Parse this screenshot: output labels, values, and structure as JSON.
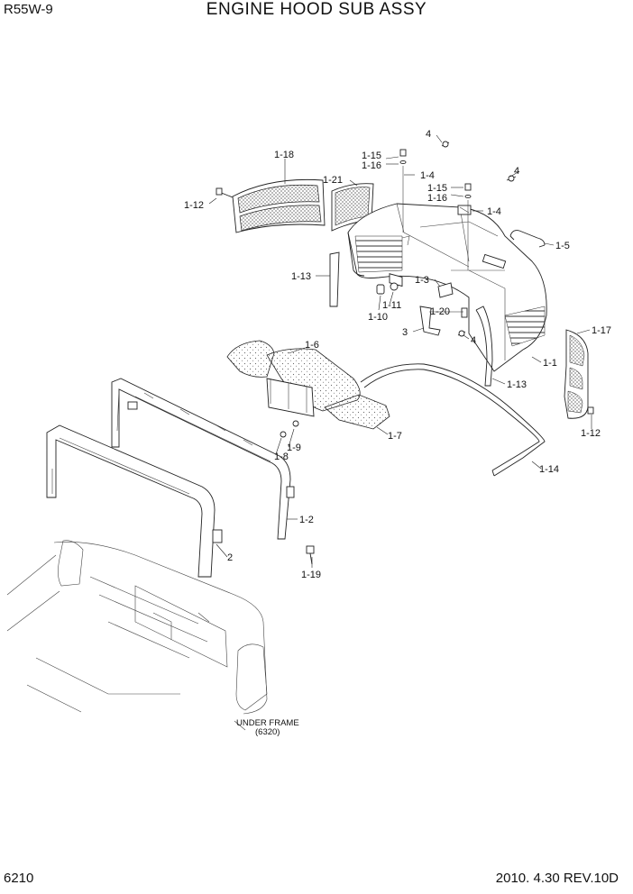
{
  "header": {
    "model": "R55W-9",
    "title": "ENGINE HOOD SUB ASSY"
  },
  "footer": {
    "page_number": "6210",
    "date_rev": "2010. 4.30  REV.10D"
  },
  "callouts": {
    "c1_18": "1-18",
    "c1_12a": "1-12",
    "c1_21": "1-21",
    "c1_15a": "1-15",
    "c1_16a": "1-16",
    "c4a": "4",
    "c1_4a": "1-4",
    "c4b": "4",
    "c1_15b": "1-15",
    "c1_16b": "1-16",
    "c1_4b": "1-4",
    "c1_5": "1-5",
    "c1_13a": "1-13",
    "c1_3": "1-3",
    "c1_11": "1-11",
    "c1_10": "1-10",
    "c1_20": "1-20",
    "c3": "3",
    "c4c": "4",
    "c1_6": "1-6",
    "c1_17": "1-17",
    "c1_1": "1-1",
    "c1_13b": "1-13",
    "c1_12b": "1-12",
    "c1_9": "1-9",
    "c1_8": "1-8",
    "c1_7": "1-7",
    "c1_14": "1-14",
    "c1_2": "1-2",
    "c2": "2",
    "c1_19": "1-19"
  },
  "under_frame_note": {
    "label": "UNDER FRAME",
    "ref": "(6320)"
  }
}
